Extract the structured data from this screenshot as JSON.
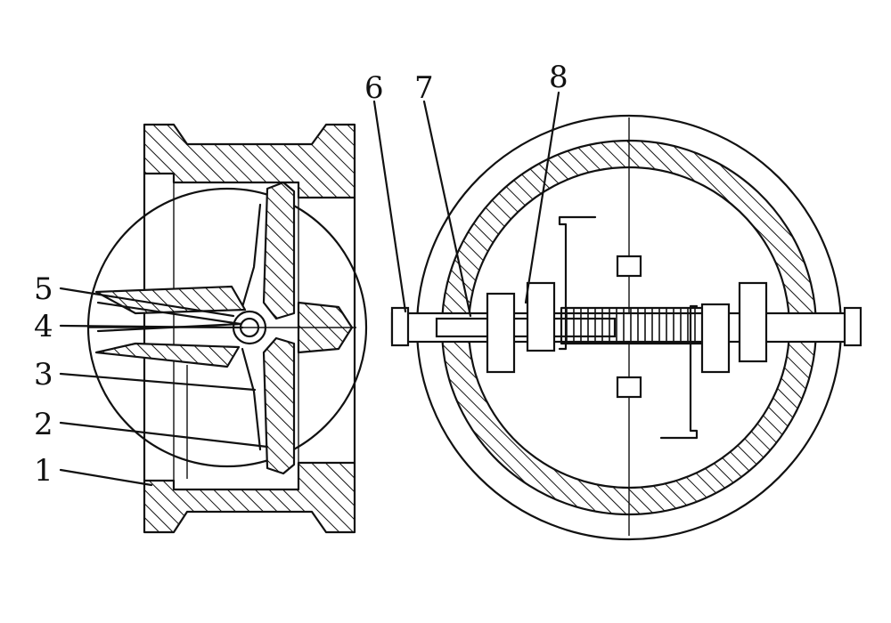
{
  "labels": {
    "part_1": "1",
    "part_2": "2",
    "part_3": "3",
    "part_4": "4",
    "part_5": "5",
    "part_6": "6",
    "part_7": "7",
    "part_8": "8"
  },
  "colors": {
    "line": "#111111",
    "background": "#ffffff"
  }
}
